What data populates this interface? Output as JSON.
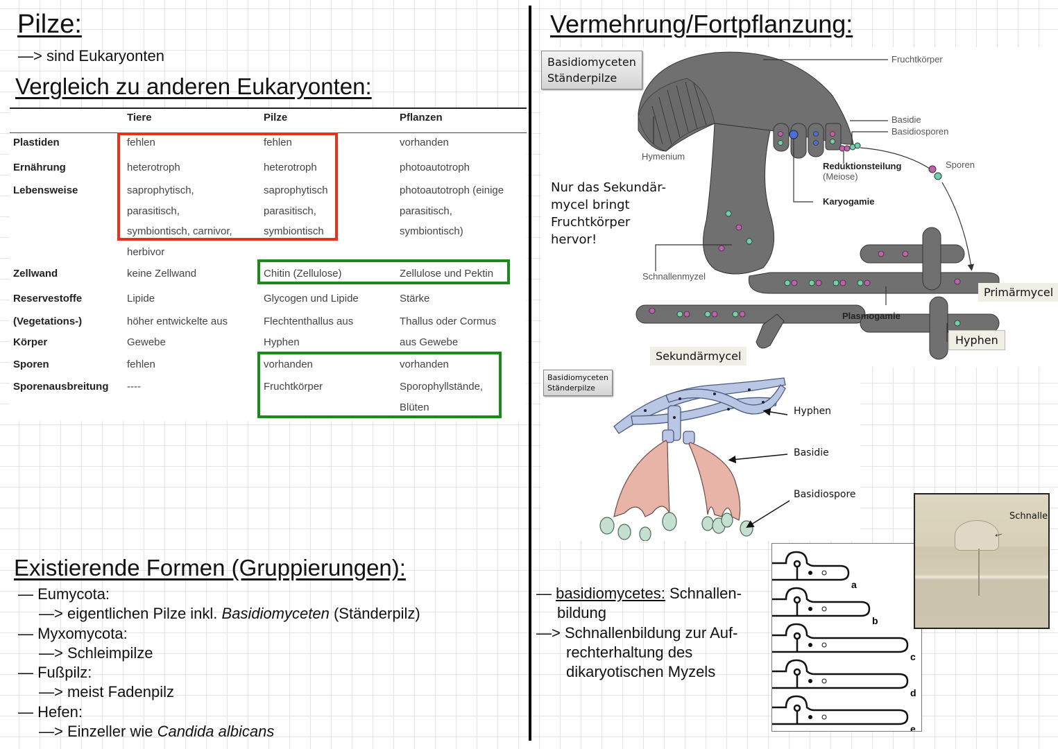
{
  "left": {
    "title": "Pilze:",
    "subtitle": "—> sind Eukaryonten",
    "comparison_heading": "Vergleich zu anderen Eukaryonten:",
    "table": {
      "headers": [
        "",
        "Tiere",
        "Pilze",
        "Pflanzen"
      ],
      "rows": [
        {
          "label": "Plastiden",
          "tiere": [
            "fehlen"
          ],
          "pilze": [
            "fehlen"
          ],
          "pflanzen": [
            "vorhanden"
          ]
        },
        {
          "label": "Ernährung",
          "tiere": [
            "heterotroph"
          ],
          "pilze": [
            "heterotroph"
          ],
          "pflanzen": [
            "photoautotroph"
          ]
        },
        {
          "label": "Lebensweise",
          "tiere": [
            "saprophytisch,",
            "parasitisch,",
            "symbiontisch, carnivor,",
            "herbivor"
          ],
          "pilze": [
            "saprophytisch",
            "parasitisch,",
            "symbiontisch"
          ],
          "pflanzen": [
            "photoautotroph (einige",
            "parasitisch,",
            "symbiontisch)"
          ]
        },
        {
          "label": "Zellwand",
          "tiere": [
            "keine Zellwand"
          ],
          "pilze": [
            "Chitin (Zellulose)"
          ],
          "pflanzen": [
            "Zellulose und Pektin"
          ]
        },
        {
          "label": "Reservestoffe",
          "tiere": [
            "Lipide"
          ],
          "pilze": [
            "Glycogen und Lipide"
          ],
          "pflanzen": [
            "Stärke"
          ]
        },
        {
          "label": [
            "(Vegetations-)",
            "Körper"
          ],
          "tiere": [
            "höher entwickelte aus",
            "Gewebe"
          ],
          "pilze": [
            "Flechtenthallus aus",
            "Hyphen"
          ],
          "pflanzen": [
            "Thallus oder Cormus",
            "aus Gewebe"
          ]
        },
        {
          "label": "Sporen",
          "tiere": [
            "fehlen"
          ],
          "pilze": [
            "vorhanden"
          ],
          "pflanzen": [
            "vorhanden"
          ]
        },
        {
          "label": "Sporenausbreitung",
          "tiere": [
            "----"
          ],
          "pilze": [
            "Fruchtkörper"
          ],
          "pflanzen": [
            "Sporophyllstände,",
            "Blüten"
          ]
        }
      ],
      "highlight_colors": {
        "red": "#e8321c",
        "green": "#1a8a1a"
      }
    },
    "forms_heading": "Existierende Formen (Gruppierungen):",
    "forms": [
      {
        "name": "— Eumycota:",
        "detail_pre": "—> eigentlichen Pilze inkl. ",
        "detail_italic": "Basidiomyceten",
        "detail_post": " (Ständerpilz)"
      },
      {
        "name": "— Myxomycota:",
        "detail_pre": "—> Schleimpilze",
        "detail_italic": "",
        "detail_post": ""
      },
      {
        "name": "— Fußpilz:",
        "detail_pre": "—> meist Fadenpilz",
        "detail_italic": "",
        "detail_post": ""
      },
      {
        "name": "— Hefen:",
        "detail_pre": "—> Einzeller wie ",
        "detail_italic": "Candida albicans",
        "detail_post": ""
      }
    ]
  },
  "right": {
    "title": "Vermehrung/Fortpflanzung:",
    "diagram1": {
      "box_label": [
        "Basidiomyceten",
        "Ständerpilze"
      ],
      "note": [
        "Nur das Sekundär-",
        "mycel bringt",
        "Fruchtkörper",
        "hervor!"
      ],
      "labels": {
        "fruchtkoerper": "Fruchtkörper",
        "basidie": "Basidie",
        "basidiosporen": "Basidiosporen",
        "hymenium": "Hymenium",
        "reduktion": "Reduktionsteilung",
        "meiose": "(Meiose)",
        "sporen": "Sporen",
        "karyogamie": "Karyogamie",
        "schnallenmyzel": "Schnallenmyzel",
        "plasmogamie": "Plasmogamie",
        "primaermycel": "Primärmycel",
        "hyphen": "Hyphen",
        "sekundaermycel": "Sekundärmycel"
      }
    },
    "diagram2": {
      "box_label": [
        "Basidiomyceten",
        "Ständerpilze"
      ],
      "labels": {
        "hyphen": "Hyphen",
        "basidie": "Basidie",
        "basidiospore": "Basidiospore"
      }
    },
    "clamp_text": {
      "line1_pre": "— ",
      "line1_underlined": "basidiomycetes:",
      "line1_post": " Schnallen-",
      "line2": "bildung",
      "line3": "—> Schnallenbildung zur Auf-",
      "line4": "rechterhaltung des",
      "line5": "dikaryotischen Myzels"
    },
    "clamp_diagram": {
      "steps": [
        "a",
        "b",
        "c",
        "d",
        "e"
      ]
    },
    "photo": {
      "label": "Schnalle"
    }
  }
}
